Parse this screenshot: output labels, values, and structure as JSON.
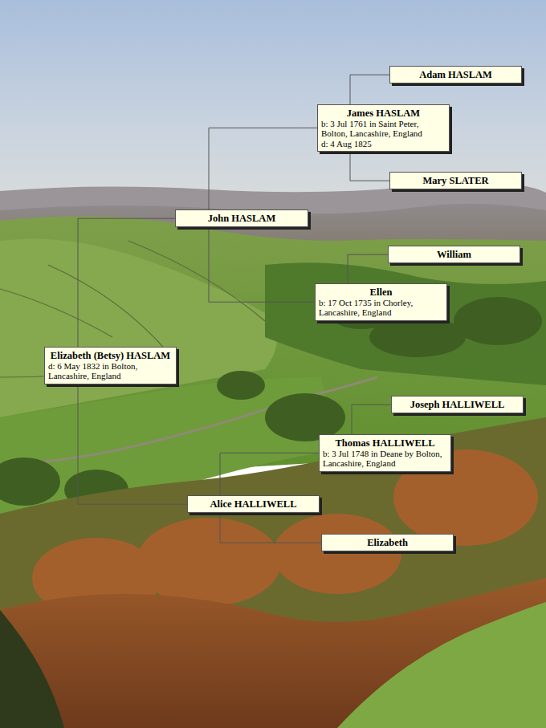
{
  "diagram": {
    "nodes": [
      {
        "text": [
          "Adam HASLAM"
        ]
      },
      {
        "text": [
          "James HASLAM",
          "b: 3 Jul 1761 in Saint Peter, Bolton, Lancashire, England",
          "d: 4 Aug 1825"
        ]
      },
      {
        "text": [
          "Mary SLATER"
        ]
      },
      {
        "text": [
          "John HASLAM"
        ]
      },
      {
        "text": [
          "William"
        ]
      },
      {
        "text": [
          "Ellen",
          "b: 17 Oct 1735 in Chorley, Lancashire, England"
        ]
      },
      {
        "text": [
          "Elizabeth (Betsy) HASLAM",
          "d: 6 May 1832 in Bolton, Lancashire, England"
        ]
      },
      {
        "text": [
          "Joseph HALLIWELL"
        ]
      },
      {
        "text": [
          "Thomas HALLIWELL",
          "b: 3 Jul 1748 in Deane by Bolton, Lancashire, England"
        ]
      },
      {
        "text": [
          "Alice HALLIWELL"
        ]
      },
      {
        "text": [
          "Elizabeth"
        ]
      }
    ],
    "edges": [
      {
        "from": 6,
        "to": 3,
        "arrow": "none"
      },
      {
        "from": 6,
        "to": 9,
        "arrow": "none"
      },
      {
        "from": 3,
        "to": 1,
        "arrow": "none"
      },
      {
        "from": 3,
        "to": 5,
        "arrow": "none"
      },
      {
        "from": 1,
        "to": 0,
        "arrow": "none"
      },
      {
        "from": 1,
        "to": 2,
        "arrow": "none"
      },
      {
        "from": 5,
        "to": 4,
        "arrow": "none"
      },
      {
        "from": 8,
        "to": 7,
        "arrow": "none"
      },
      {
        "from": 9,
        "to": 8,
        "arrow": "none"
      },
      {
        "from": 9,
        "to": 10,
        "arrow": "none"
      }
    ]
  }
}
